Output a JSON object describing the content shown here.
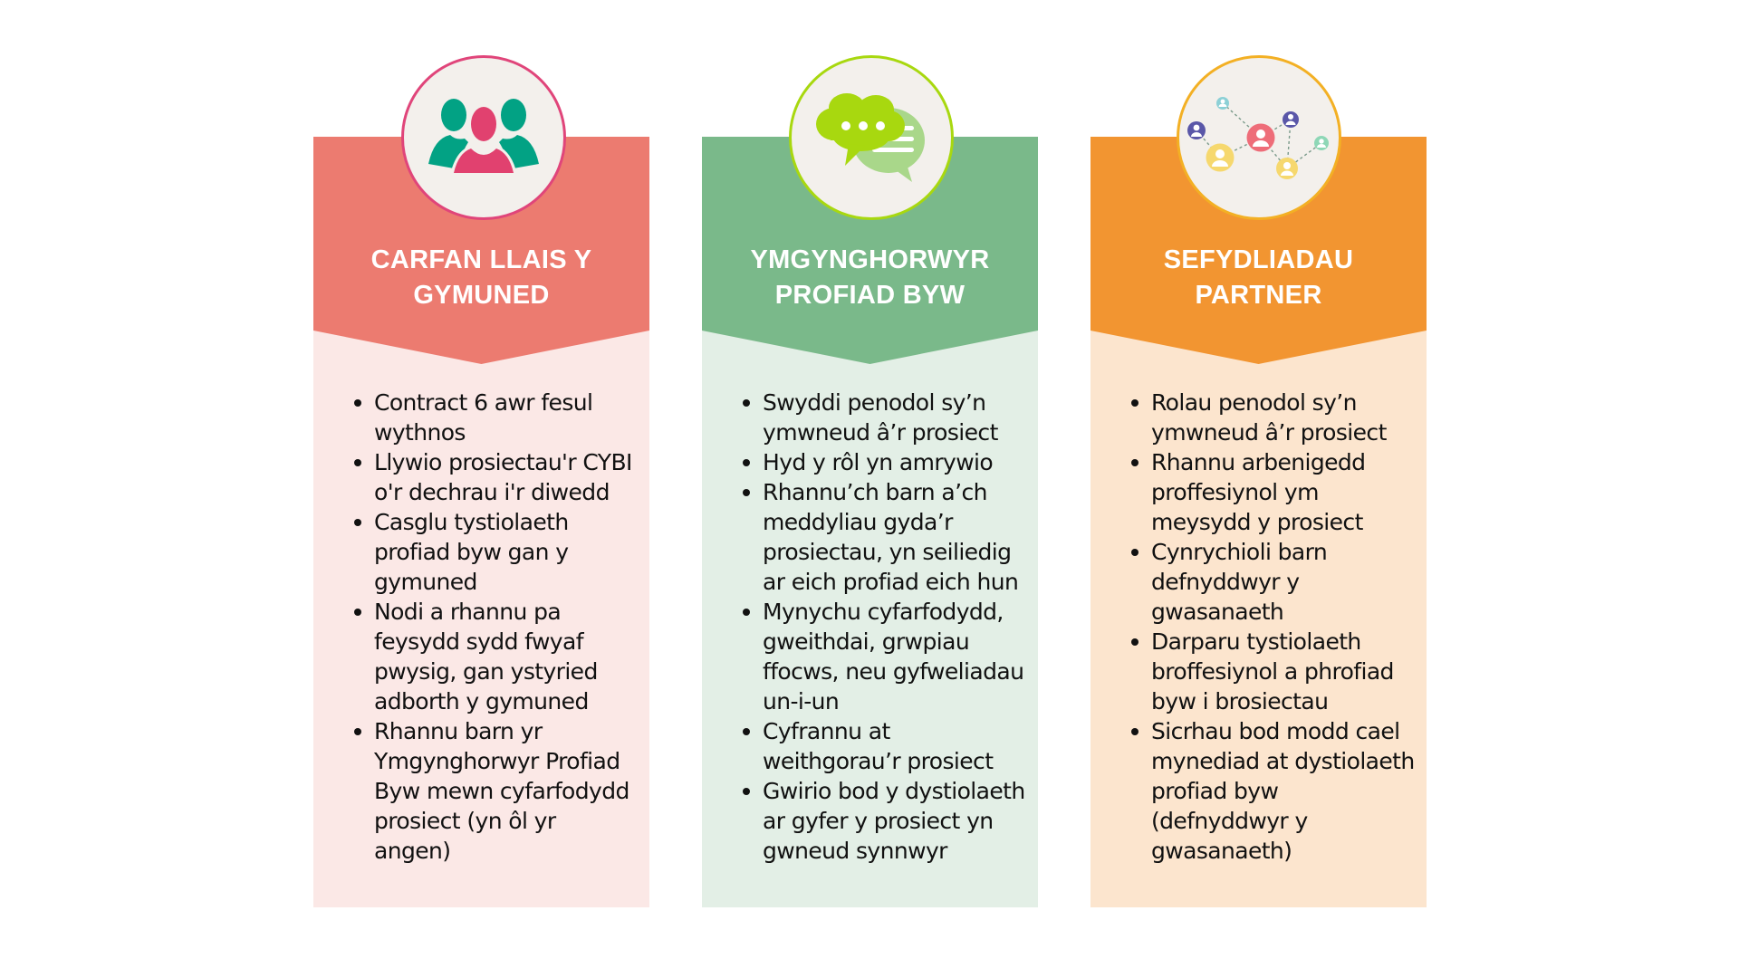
{
  "colors": {
    "community": {
      "header": "#EC7B70",
      "body": "#FBE8E6",
      "ring": "#E0457A"
    },
    "advisors": {
      "header": "#7AB98A",
      "body": "#E3EFE6",
      "ring": "#A8D80F"
    },
    "partners": {
      "header": "#F29531",
      "body": "#FCE5CE",
      "ring": "#F3B024"
    },
    "circle_fill": "#F3F0EC"
  },
  "cards": [
    {
      "icon": "people-group-icon",
      "title_lines": [
        "CARFAN LLAIS Y",
        "GYMUNED"
      ],
      "items": [
        "Contract 6 awr fesul wythnos",
        "Llywio prosiectau'r CYBI o'r dechrau i'r diwedd",
        "Casglu tystiolaeth profiad byw gan y gymuned",
        "Nodi a rhannu pa feysydd sydd fwyaf pwysig, gan ystyried adborth y gymuned",
        "Rhannu barn yr Ymgynghorwyr Profiad Byw mewn cyfarfodydd prosiect (yn ôl yr angen)"
      ]
    },
    {
      "icon": "chat-bubbles-icon",
      "title_lines": [
        "YMGYNGHORWYR",
        "PROFIAD BYW"
      ],
      "items": [
        "Swyddi penodol sy’n ymwneud â’r prosiect",
        "Hyd y rôl yn amrywio",
        "Rhannu’ch barn a’ch meddyliau gyda’r prosiectau, yn seiliedig ar eich profiad eich hun",
        "Mynychu cyfarfodydd, gweithdai, grwpiau ffocws, neu gyfweliadau un-i-un",
        "Cyfrannu at weithgorau’r prosiect",
        "Gwirio bod y dystiolaeth ar gyfer y prosiect yn gwneud synnwyr"
      ]
    },
    {
      "icon": "network-people-icon",
      "title_lines": [
        "SEFYDLIADAU",
        "PARTNER"
      ],
      "items": [
        "Rolau penodol sy’n ymwneud â’r prosiect",
        "Rhannu arbenigedd proffesiynol ym meysydd y prosiect",
        "Cynrychioli barn defnyddwyr y gwasanaeth",
        "Darparu tystiolaeth broffesiynol a phrofiad byw i brosiectau",
        "Sicrhau bod modd cael mynediad at dystiolaeth profiad byw (defnyddwyr y gwasanaeth)"
      ]
    }
  ]
}
